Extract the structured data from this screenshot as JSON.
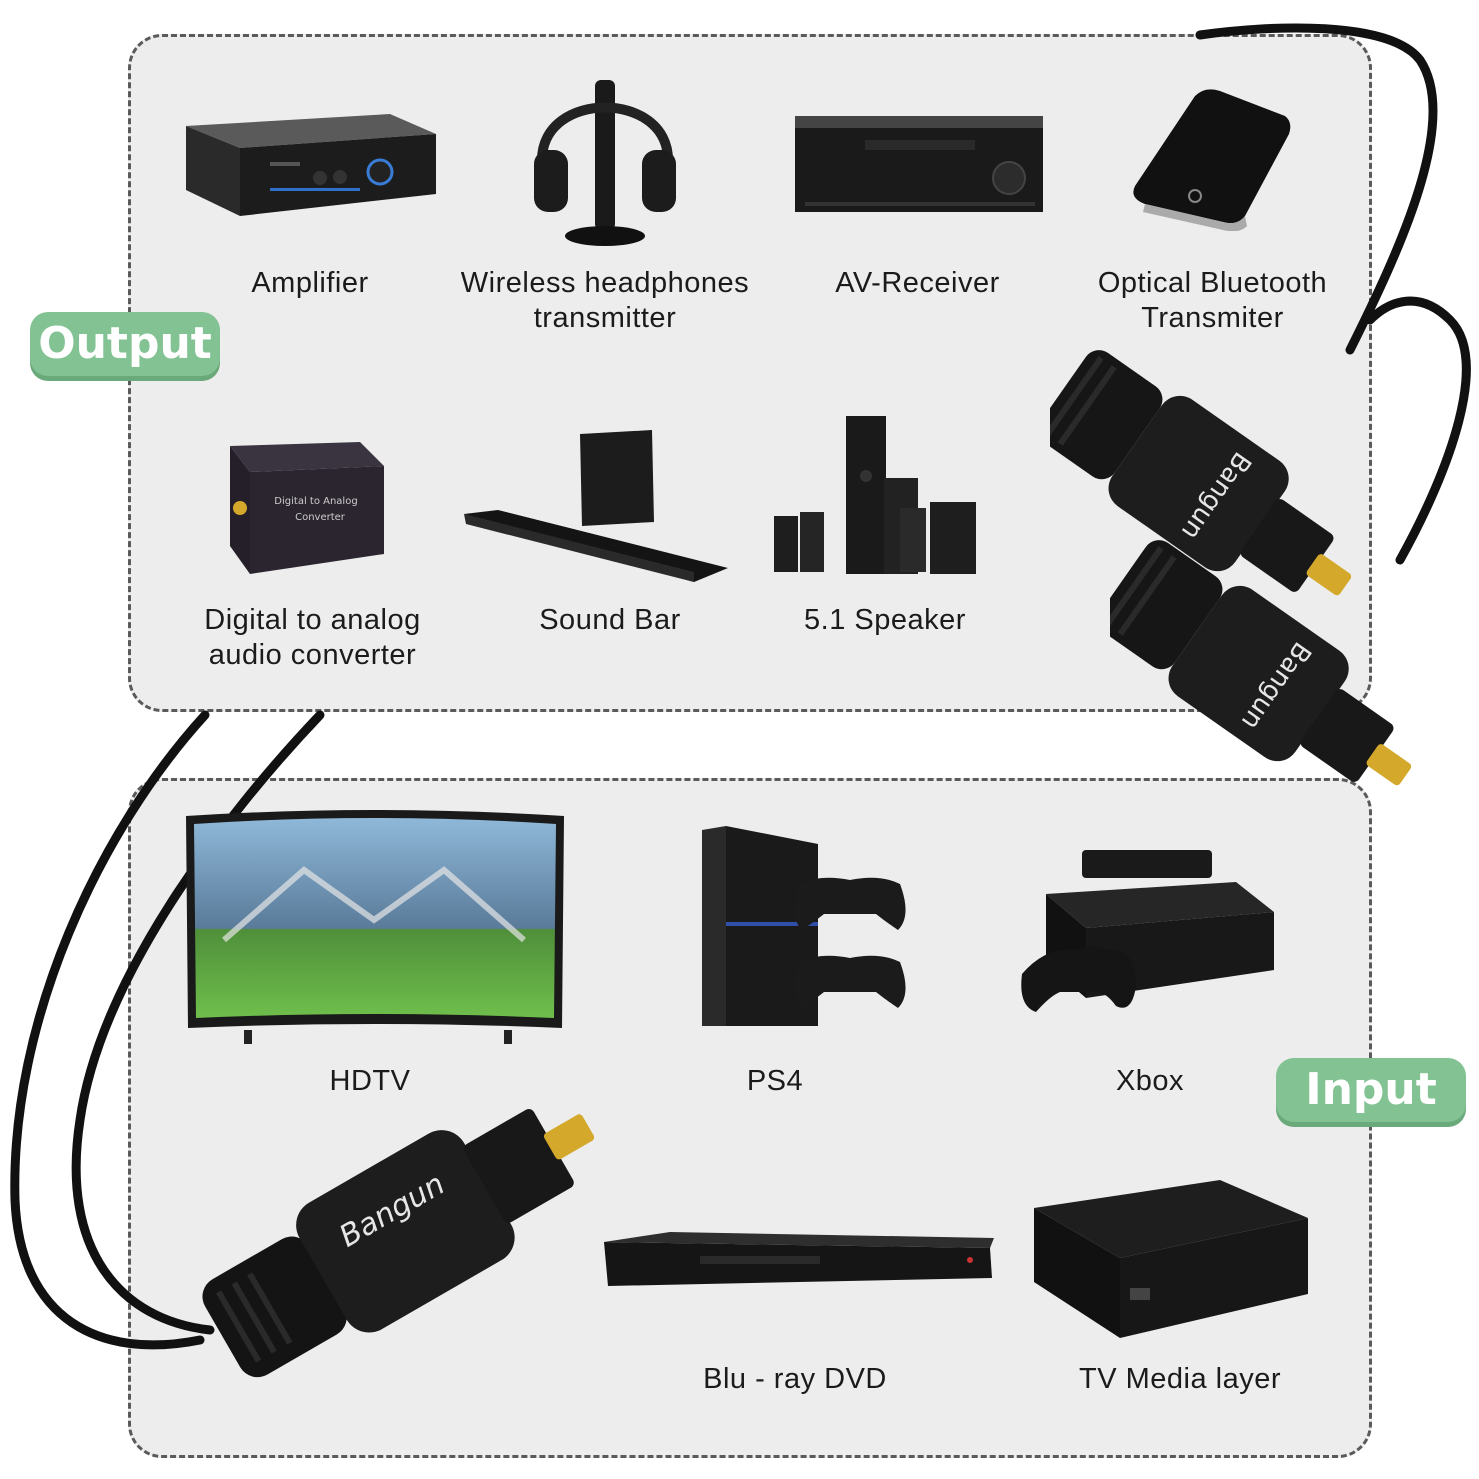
{
  "tags": {
    "output": "Output",
    "input": "Input"
  },
  "brand": "Bangun",
  "colors": {
    "tag_green": "#82c293",
    "panel_bg": "#ededed",
    "panel_border": "#5a5a5a",
    "connector_gold": "#d4a82a"
  },
  "output_devices": [
    {
      "label": "Amplifier",
      "icon": "amplifier-icon"
    },
    {
      "label": "Wireless headphones\ntransmitter",
      "icon": "headphones-icon"
    },
    {
      "label": "AV-Receiver",
      "icon": "av-receiver-icon"
    },
    {
      "label": "Optical Bluetooth\nTransmiter",
      "icon": "bluetooth-transmitter-icon"
    },
    {
      "label": "Digital to analog\naudio converter",
      "icon": "dac-icon",
      "device_text": "Digital to Analog\nConverter"
    },
    {
      "label": "Sound Bar",
      "icon": "soundbar-icon"
    },
    {
      "label": "5.1 Speaker",
      "icon": "speaker-system-icon"
    }
  ],
  "input_devices": [
    {
      "label": "HDTV",
      "icon": "tv-icon"
    },
    {
      "label": "PS4",
      "icon": "ps4-icon"
    },
    {
      "label": "Xbox",
      "icon": "xbox-icon"
    },
    {
      "label": "Blu - ray DVD",
      "icon": "bluray-player-icon"
    },
    {
      "label": "TV Media layer",
      "icon": "media-player-icon"
    }
  ]
}
